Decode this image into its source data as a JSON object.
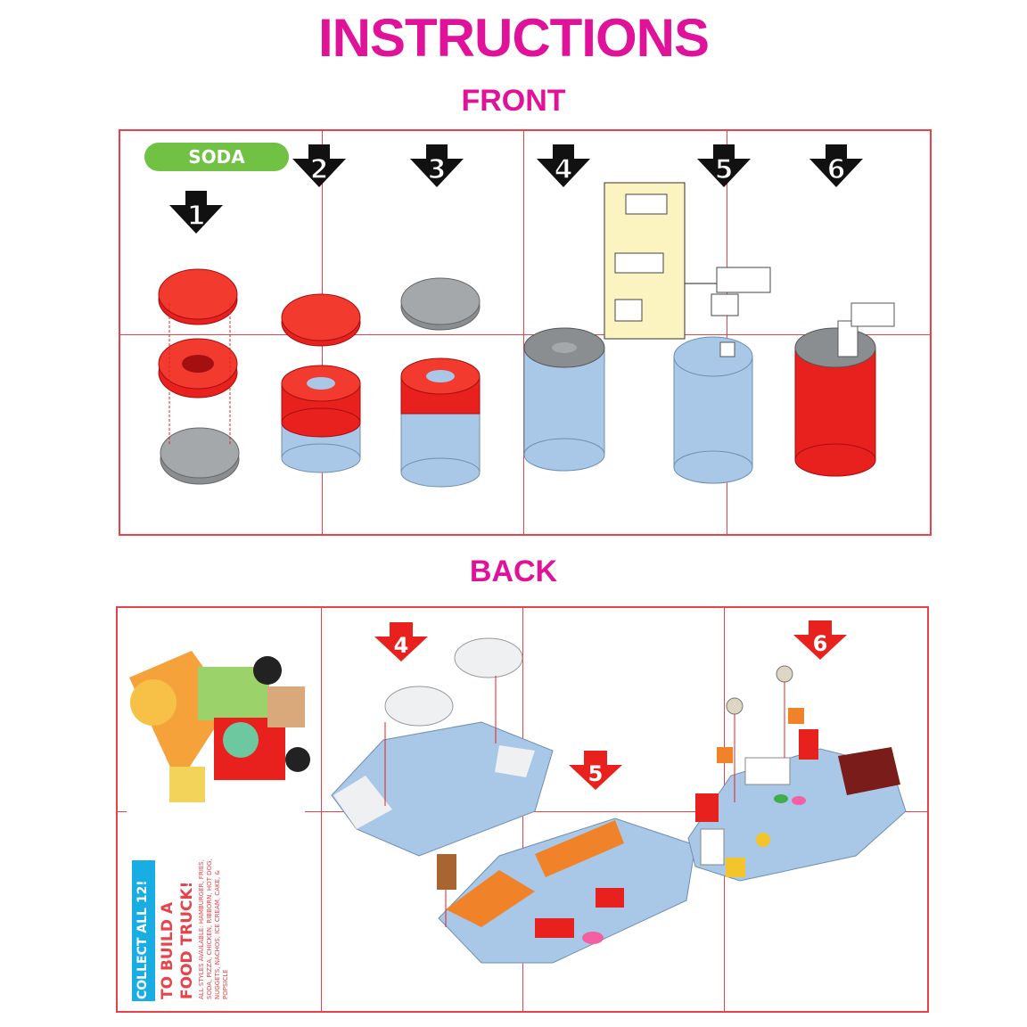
{
  "header": {
    "title": "INSTRUCTIONS",
    "front_label": "FRONT",
    "back_label": "BACK"
  },
  "front": {
    "product_tag": "SODA",
    "steps": [
      "1",
      "2",
      "3",
      "4",
      "5",
      "6"
    ]
  },
  "back": {
    "steps": [
      "4",
      "5",
      "6"
    ],
    "promo": {
      "collect": "COLLECT ALL 12!",
      "line1": "TO BUILD A",
      "line2": "FOOD TRUCK!",
      "styles": "ALL STYLES AVAILABLE: HAMBURGER, FRIES, SODA, PIZZA, CHICKEN, RIBBORN, HOT DOG, NUGGETS, NACHOS, ICE CREAM, CAKE, & POPSICLE"
    }
  },
  "colors": {
    "title": "#e0129a",
    "grid": "#e8424a",
    "tag": "#71c144",
    "brick_red": "#e8201e",
    "brick_gray": "#9ea1a4",
    "brick_blue": "#a9c7e6",
    "promo_band": "#19aee3"
  }
}
